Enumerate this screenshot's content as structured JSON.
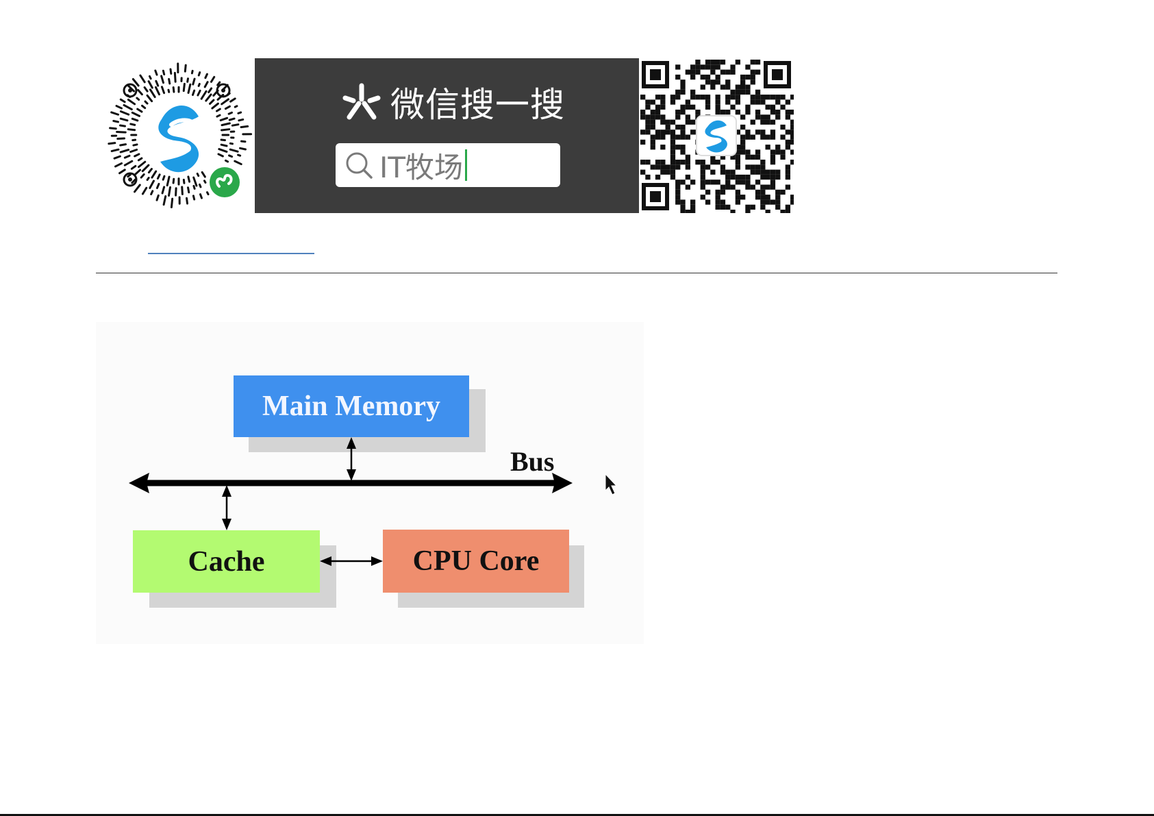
{
  "banner": {
    "heading": "微信搜一搜",
    "search_query": "IT牧场"
  },
  "diagram": {
    "main_memory_label": "Main Memory",
    "bus_label": "Bus",
    "cache_label": "Cache",
    "cpu_core_label": "CPU Core"
  },
  "colors": {
    "main_memory": "#3f90ee",
    "cache": "#b3fa71",
    "cpu_core": "#ef8e6e",
    "banner_bg": "#3c3c3c",
    "mini_program_blue": "#1e9be3",
    "mini_program_green": "#2aa84a",
    "link_blue": "#4f81bd"
  },
  "icons": [
    "wechat-search-icon",
    "magnifier-icon",
    "mini-program-icon",
    "mouse-pointer-icon"
  ]
}
